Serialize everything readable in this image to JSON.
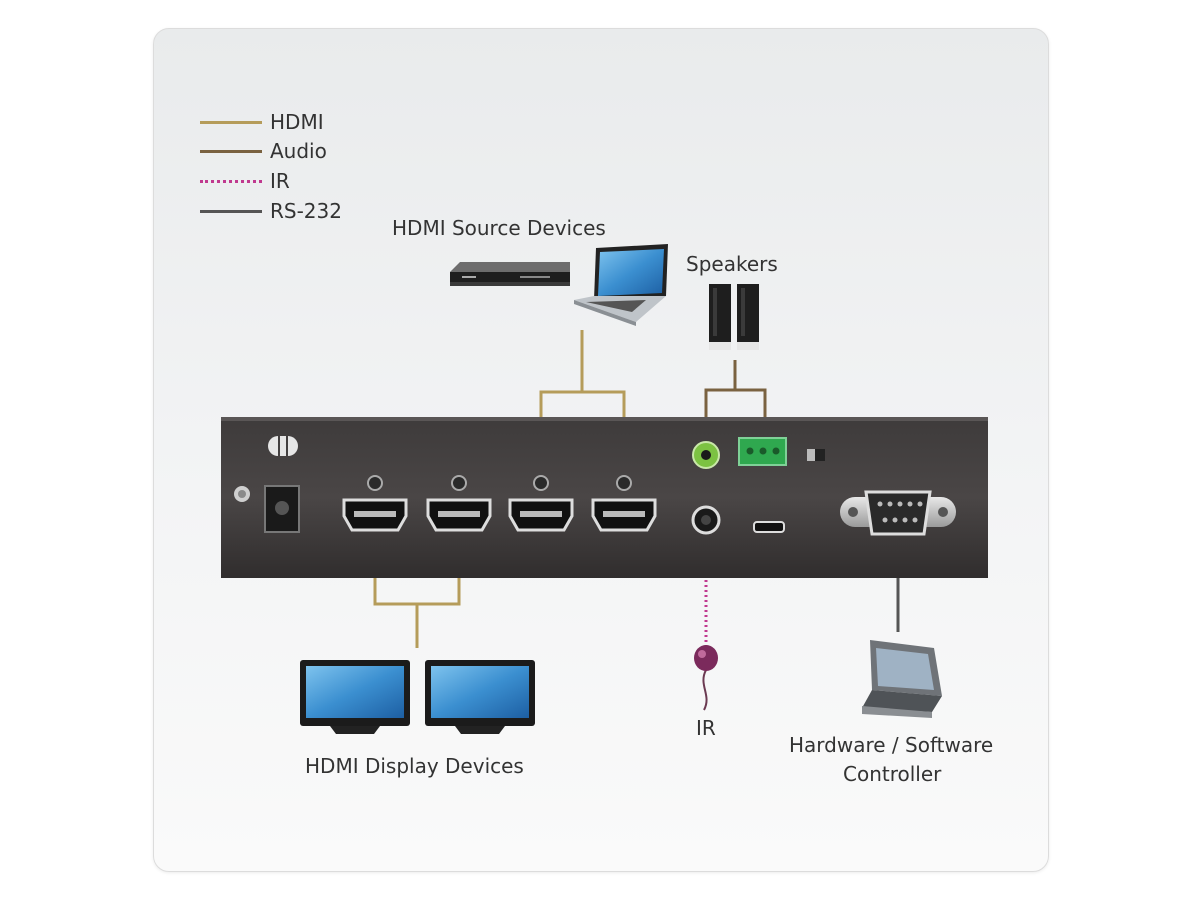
{
  "legend": [
    {
      "label": "HDMI",
      "color": "#b59c5a",
      "style": "solid"
    },
    {
      "label": "Audio",
      "color": "#7a6240",
      "style": "solid"
    },
    {
      "label": "IR",
      "color": "#c0398f",
      "style": "dotted"
    },
    {
      "label": "RS-232",
      "color": "#555555",
      "style": "solid"
    }
  ],
  "labels": {
    "source_devices": "HDMI Source Devices",
    "speakers": "Speakers",
    "display_devices": "HDMI Display Devices",
    "ir": "IR",
    "controller_line1": "Hardware / Software",
    "controller_line2": "Controller"
  }
}
